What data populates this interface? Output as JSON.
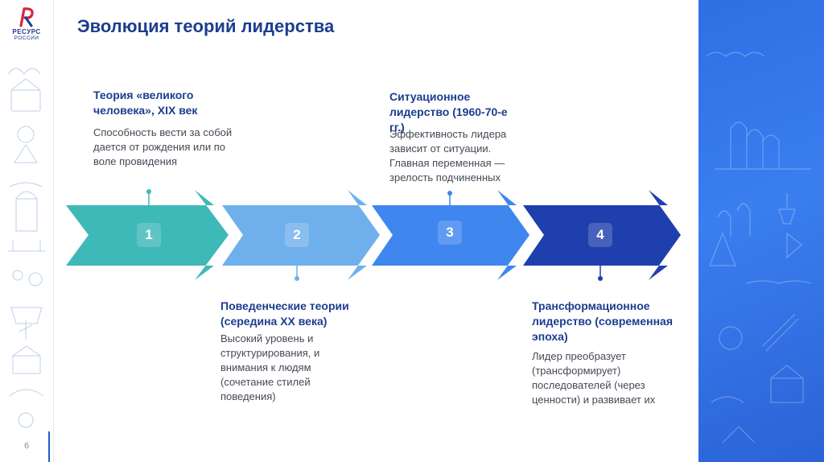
{
  "brand": {
    "name": "РЕСУРС",
    "sub": "РОССИИ"
  },
  "slide": {
    "title": "Эволюция теорий лидерства",
    "page_number": "6"
  },
  "colors": {
    "step1": "#3fb8b8",
    "step2": "#6fb0ec",
    "step3": "#3f86ee",
    "step4": "#1f3fae",
    "title": "#1c3d8f",
    "panel": "#3277ea"
  },
  "steps": [
    {
      "number": "1",
      "title": "Теория «великого человека», XIX век",
      "text": "Способность вести за собой дается от рождения или по воле провидения"
    },
    {
      "number": "2",
      "title": "Поведенческие теории (середина XX века)",
      "text": "Высокий уровень и структурирования, и внимания к людям (сочетание стилей поведения)"
    },
    {
      "number": "3",
      "title": "Ситуационное лидерство (1960-70-е гг.)",
      "text": "Эффективность лидера зависит от ситуации. Главная переменная — зрелость подчиненных"
    },
    {
      "number": "4",
      "title": "Трансформационное лидерство (современная эпоха)",
      "text": "Лидер преобразует (трансформирует) последователей (через ценности) и развивает их"
    }
  ]
}
